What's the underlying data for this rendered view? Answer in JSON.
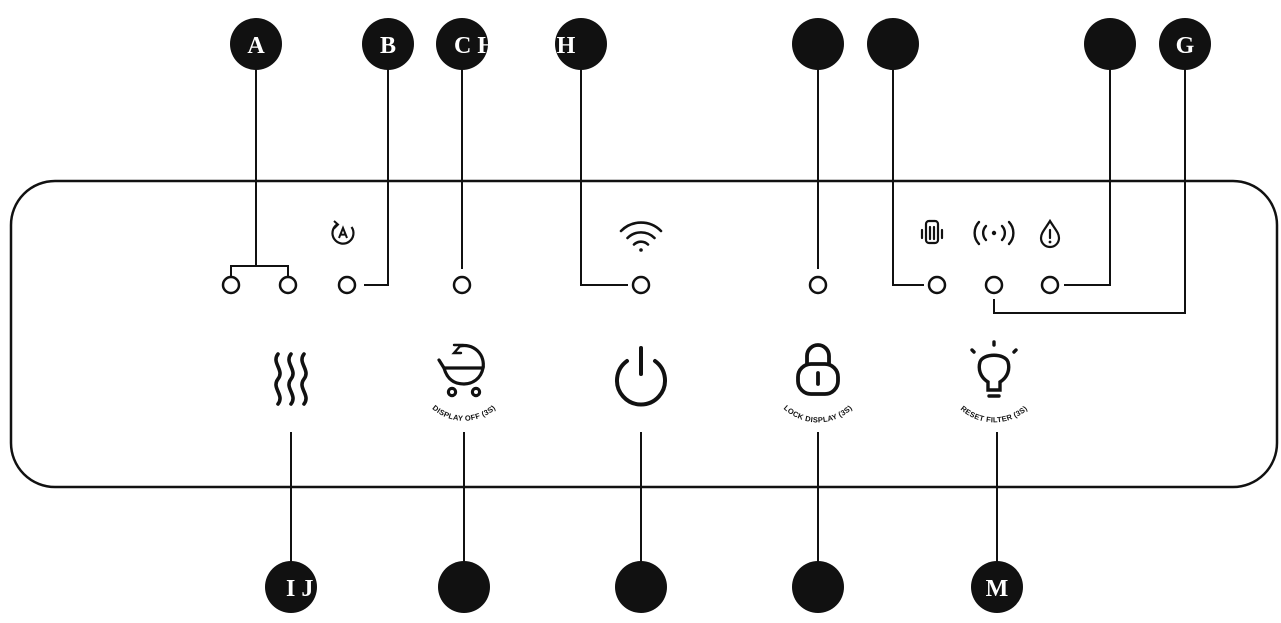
{
  "colors": {
    "ink": "#111111",
    "callout_fill": "#111111",
    "callout_text": "#ffffff",
    "background": "#ffffff"
  },
  "callouts_top": [
    {
      "id": "A",
      "label": "A"
    },
    {
      "id": "B",
      "label": "B"
    },
    {
      "id": "C",
      "label": "C H"
    },
    {
      "id": "H",
      "label": "H"
    },
    {
      "id": "blank-1",
      "label": ""
    },
    {
      "id": "blank-2",
      "label": ""
    },
    {
      "id": "blank-3",
      "label": ""
    },
    {
      "id": "G",
      "label": "G"
    }
  ],
  "callouts_bottom": [
    {
      "id": "IJ",
      "label": "I J"
    },
    {
      "id": "blank-4",
      "label": ""
    },
    {
      "id": "blank-5",
      "label": ""
    },
    {
      "id": "blank-6",
      "label": ""
    },
    {
      "id": "M",
      "label": "M"
    }
  ],
  "buttons": {
    "display_off": {
      "icon": "baby-stroller-icon",
      "caption": "DISPLAY OFF (3S)"
    },
    "lock_display": {
      "icon": "padlock-icon",
      "caption": "LOCK DISPLAY (3S)"
    },
    "reset_filter": {
      "icon": "lightbulb-icon",
      "caption": "RESET FILTER (3S)"
    },
    "power": {
      "icon": "power-icon"
    },
    "mist": {
      "icon": "steam-waves-icon"
    }
  },
  "indicator_icons": [
    "auto-mode-icon",
    "wifi-icon",
    "water-tank-icon",
    "wireless-signal-icon",
    "water-drop-alert-icon"
  ]
}
